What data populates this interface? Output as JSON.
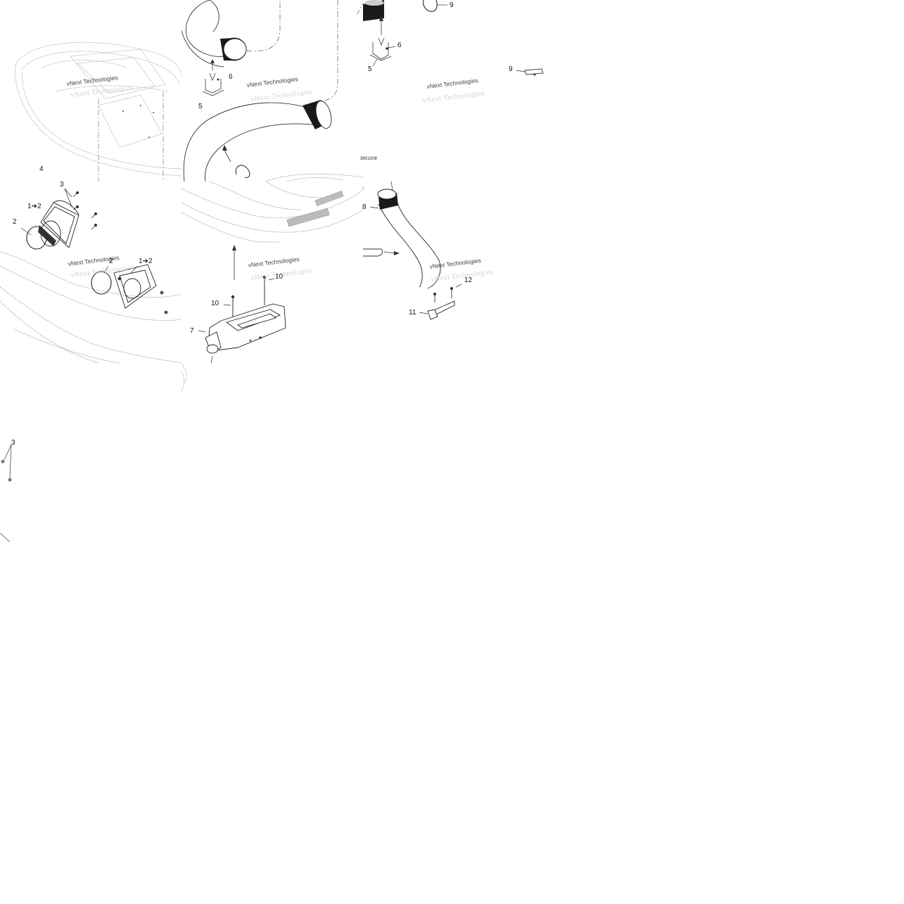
{
  "diagram": {
    "drawing_code": "36S1008",
    "watermark": "vNext Technologies",
    "callouts": {
      "c1_2": "1➔2",
      "c2": "2",
      "c3": "3",
      "c4": "4",
      "c5": "5",
      "c6": "6",
      "c7": "7",
      "c8": "8",
      "c9": "9",
      "c10": "10",
      "c11": "11",
      "c12": "12"
    }
  }
}
